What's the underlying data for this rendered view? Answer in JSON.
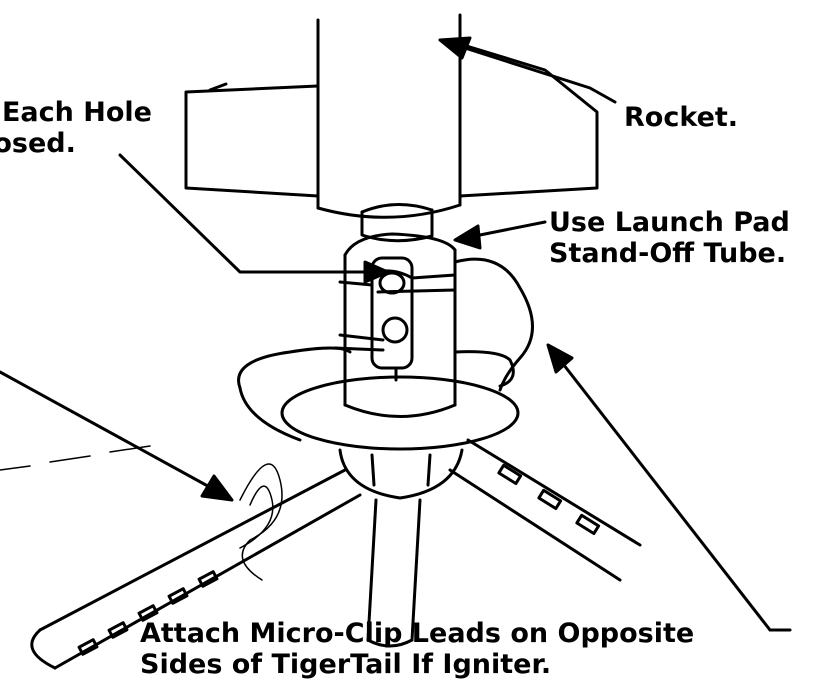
{
  "labels": {
    "hole": {
      "line1": "o Each Hole",
      "line2": "posed."
    },
    "rocket": "Rocket.",
    "standoff": {
      "line1": "Use Launch Pad",
      "line2": "Stand-Off Tube."
    },
    "clip": {
      "line1": "Attach Micro-Clip Leads on Opposite",
      "line2": "Sides of TigerTail If Igniter."
    }
  },
  "colors": {
    "ink": "#000000",
    "paper": "#ffffff"
  }
}
